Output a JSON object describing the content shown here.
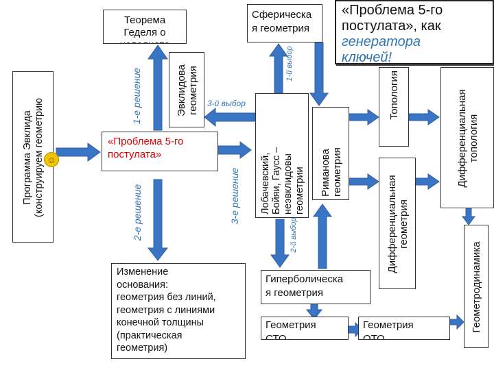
{
  "colors": {
    "arrow": "#3a74c4",
    "arrow_stroke": "#2f5f9e",
    "label": "#2e74b5",
    "problem_text": "#e00000",
    "key_text": "#2e74b5"
  },
  "boxes": {
    "euclid_program": "Программа Эвклида\n(конструируем геометрию",
    "godel": "Теорема\nГеделя о\nнеполноте",
    "problem5": "«Проблема 5-го\nпостулата»",
    "change_basis": "Изменение\nоснования:\nгеометрия без линий,\nгеометрия с линиями\nконечной толщины\n(практическая\nгеометрия)",
    "euclidean_geometry": "Эвклидова\nгеометрия",
    "spherical": "Сферическа\nя геометрия",
    "lobachevsky": "Лобачевский,\nБойяи, Гаусс –\nнеэвклидовы\nгеометрии",
    "riemann": "Риманова\nгеометрия",
    "hyperbolic": "Гиперболическа\nя геометрия",
    "sto": "Геометрия\nСТО",
    "oto": "Геометрия\nОТО",
    "topology": "Топология",
    "diff_geometry": "Дифференциальная\nгеометрия",
    "diff_topology": "Дифференциальная\nтопология",
    "geometrodynamics": "Геометродинамика"
  },
  "title": {
    "line1": "«Проблема 5-го",
    "line2": "постулата», как",
    "line3": "генератора",
    "line4": "ключей!"
  },
  "labels": {
    "solution1": "1-е решение",
    "solution2": "2-е решение",
    "solution3": "3-е решение",
    "choice1": "1-й выбор",
    "choice2": "2-й выбор",
    "choice3": "3-й выбор"
  }
}
